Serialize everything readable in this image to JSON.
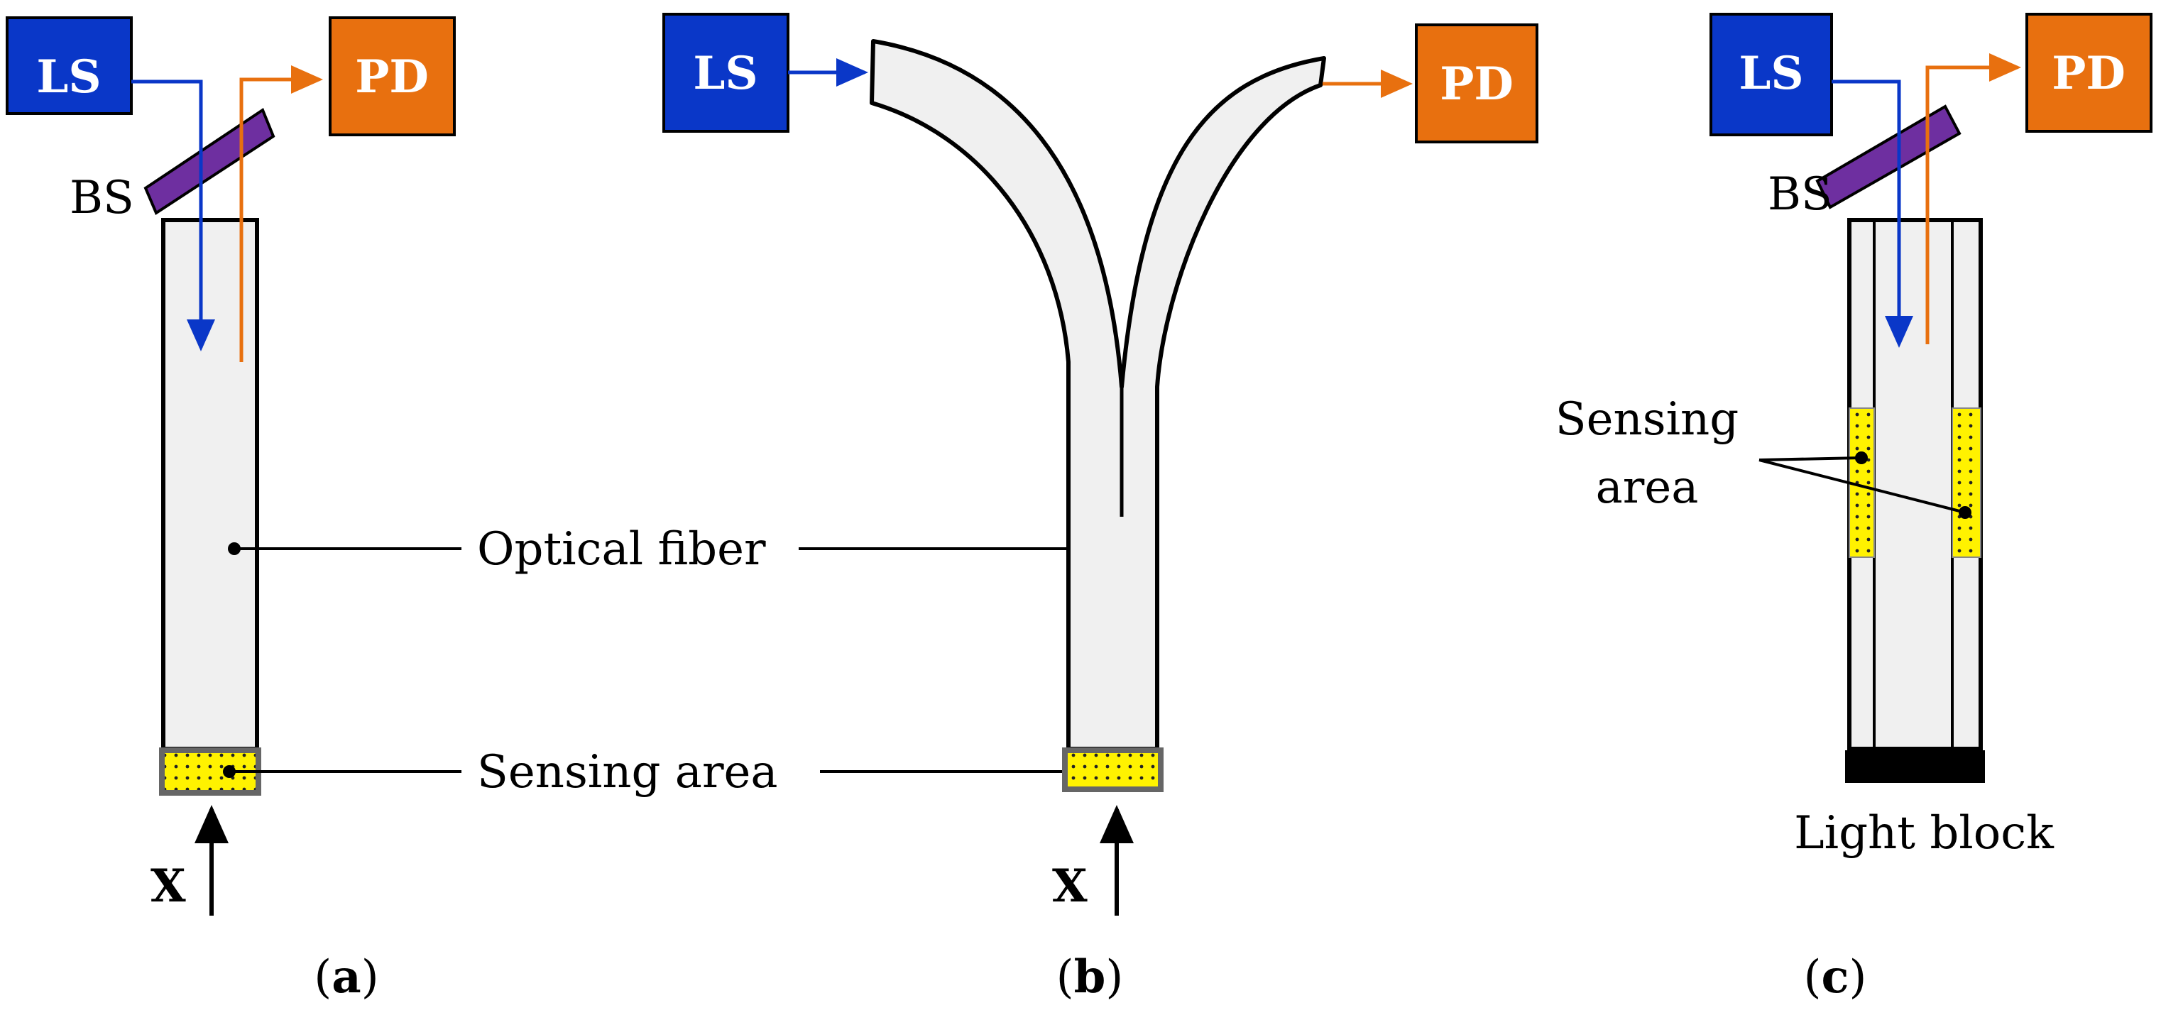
{
  "colors": {
    "light_source": "#0a37c8",
    "photodetector": "#e8700f",
    "beam_splitter": "#6e2fa0",
    "fiber_fill": "#f0f0f0",
    "sensing_fill": "#fff200",
    "light_block": "#000000"
  },
  "panel_a": {
    "ls": "LS",
    "pd": "PD",
    "bs": "BS",
    "x": "X",
    "caption_open": "(",
    "caption_letter": "a",
    "caption_close": ")"
  },
  "panel_b": {
    "ls": "LS",
    "pd": "PD",
    "x": "X",
    "caption_open": "(",
    "caption_letter": "b",
    "caption_close": ")"
  },
  "panel_c": {
    "ls": "LS",
    "pd": "PD",
    "bs": "BS",
    "sensing_line1": "Sensing",
    "sensing_line2": "area",
    "light_block": "Light block",
    "caption_open": "(",
    "caption_letter": "c",
    "caption_close": ")"
  },
  "labels": {
    "optical_fiber": "Optical fiber",
    "sensing_area": "Sensing area"
  }
}
